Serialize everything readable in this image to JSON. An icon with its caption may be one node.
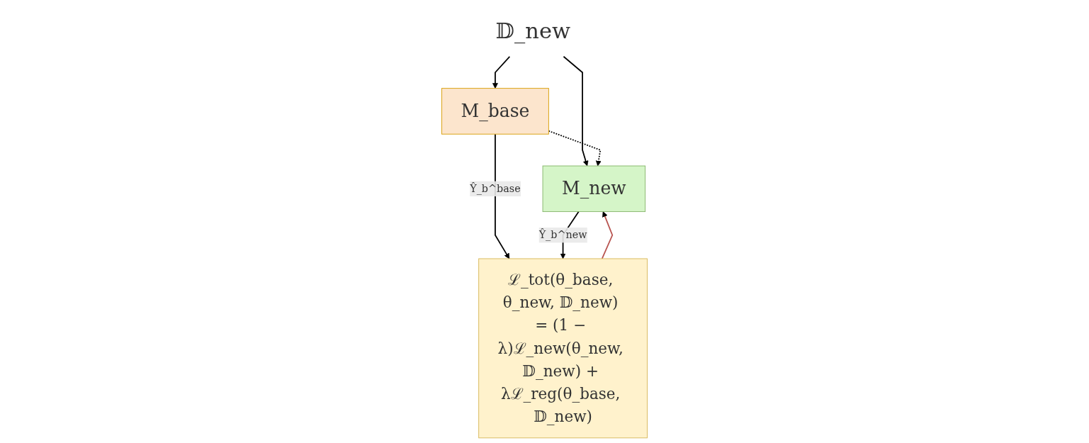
{
  "diagram": {
    "nodes": [
      {
        "text": [
          "𝔻_new"
        ]
      },
      {
        "text": [
          "M_base"
        ]
      },
      {
        "text": [
          "M_new"
        ]
      },
      {
        "text": [
          "ℒ_tot(θ_base, θ_new, 𝔻_new) = (1 − λ)ℒ_new(θ_new, 𝔻_new) + λℒ_reg(θ_base, 𝔻_new)"
        ]
      }
    ],
    "edges": [
      {
        "from": 0,
        "to": 1,
        "arrow": "to"
      },
      {
        "from": 0,
        "to": 2,
        "arrow": "to"
      },
      {
        "from": 1,
        "to": 2,
        "arrow": "to",
        "style": "dashed"
      },
      {
        "from": 1,
        "to": 3,
        "arrow": "to",
        "label": "Ŷ_b^base"
      },
      {
        "from": 2,
        "to": 3,
        "arrow": "to",
        "label": "Ŷ_b^new"
      },
      {
        "from": 3,
        "to": 2,
        "arrow": "to",
        "color": "#b85450"
      }
    ]
  }
}
